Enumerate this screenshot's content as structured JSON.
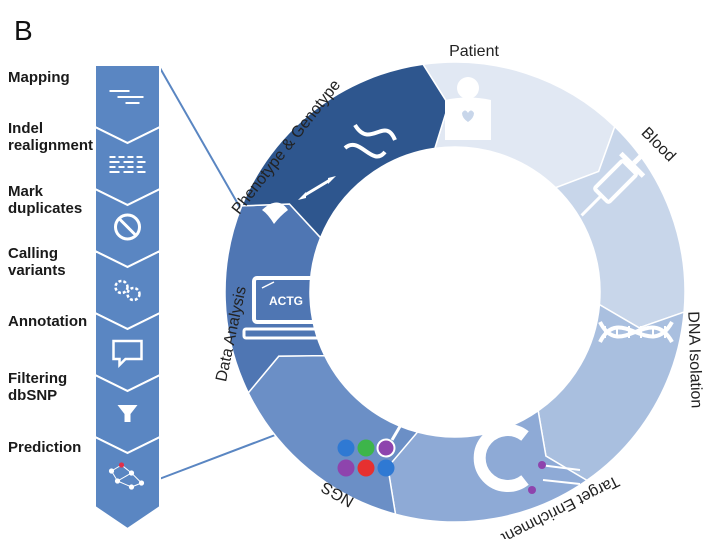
{
  "panel_label": "B",
  "pipeline": {
    "steps": [
      {
        "label": "Mapping",
        "icon": "reads-aligned-icon"
      },
      {
        "label": "Indel\nrealignment",
        "icon": "reads-realigned-icon"
      },
      {
        "label": "Mark\nduplicates",
        "icon": "no-duplicates-icon"
      },
      {
        "label": "Calling\nvariants",
        "icon": "gears-icon"
      },
      {
        "label": "Annotation",
        "icon": "speech-bubble-icon"
      },
      {
        "label": "Filtering\ndbSNP",
        "icon": "funnel-icon"
      },
      {
        "label": "Prediction",
        "icon": "network-icon"
      }
    ]
  },
  "cycle": {
    "segments": [
      {
        "label": "Patient",
        "icon": "patient-icon",
        "color": "#e1e8f3"
      },
      {
        "label": "Blood",
        "icon": "syringe-icon",
        "color": "#c8d6ea"
      },
      {
        "label": "DNA Isolation",
        "icon": "dna-icon",
        "color": "#a9bfdf"
      },
      {
        "label": "Target Enrichment",
        "icon": "magnet-icon",
        "color": "#8eaad6"
      },
      {
        "label": "NGS",
        "icon": "sequencing-dots-icon",
        "color": "#6b8fc6"
      },
      {
        "label": "Data Analysis",
        "icon": "computer-icon",
        "color": "#4f76b3"
      },
      {
        "label": "Phenotype & Genotype",
        "icon": "phenotype-genotype-icon",
        "color": "#2e568e"
      }
    ],
    "computer_screen_text": "ACTG",
    "sequencing_dot_colors": [
      "#2f79d3",
      "#3db54a",
      "#8e44ad",
      "#8e44ad",
      "#e63030",
      "#2f79d3"
    ]
  }
}
